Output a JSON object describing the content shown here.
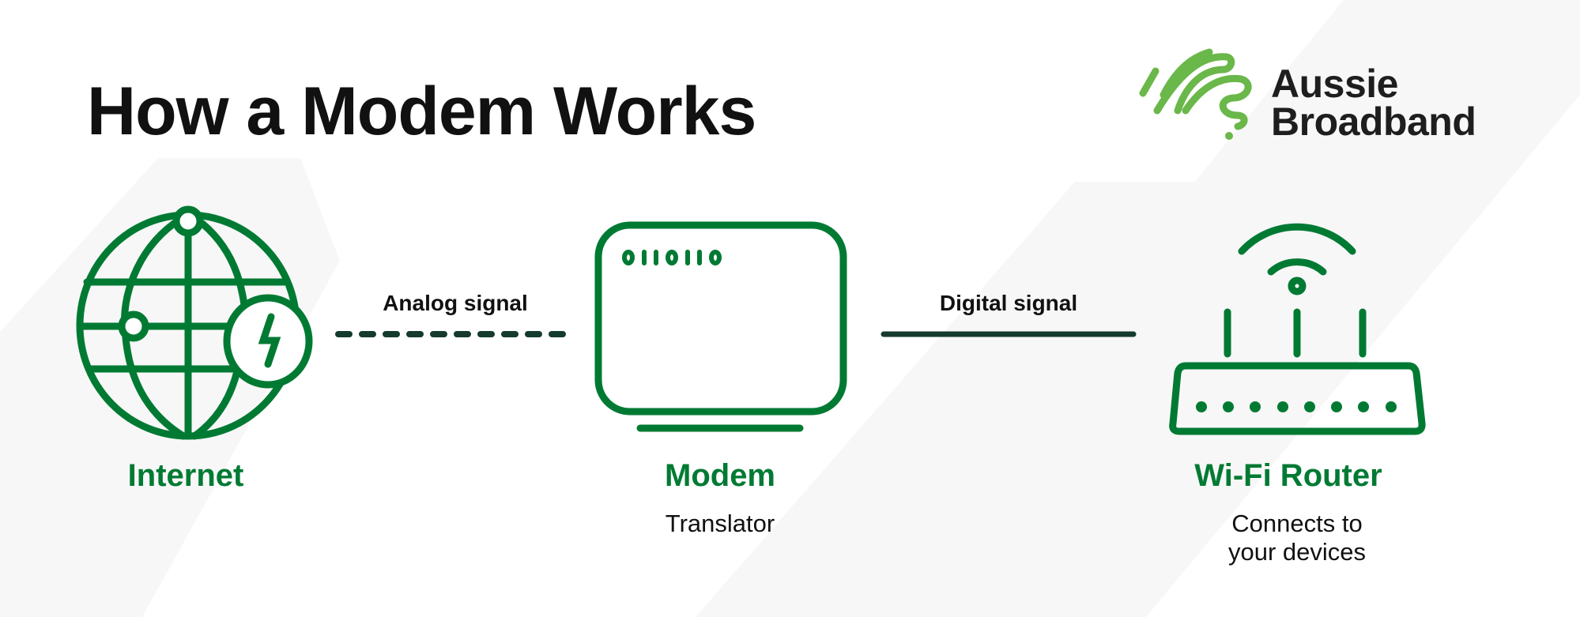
{
  "title": "How a Modem Works",
  "logo": {
    "line1": "Aussie",
    "line2": "Broadband"
  },
  "colors": {
    "green": "#007a33",
    "logo_green": "#6ab74a",
    "signal": "#153b2e",
    "background_band": "#f7f7f7"
  },
  "nodes": [
    {
      "name": "Internet",
      "icon": "globe-lightning-icon"
    },
    {
      "name": "Modem",
      "subtitle": "Translator",
      "icon": "modem-icon"
    },
    {
      "name": "Wi-Fi Router",
      "subtitle_line1": "Connects to",
      "subtitle_line2": "your devices",
      "icon": "wifi-router-icon"
    }
  ],
  "connections": [
    {
      "label": "Analog signal",
      "style": "dashed"
    },
    {
      "label": "Digital signal",
      "style": "solid"
    }
  ]
}
